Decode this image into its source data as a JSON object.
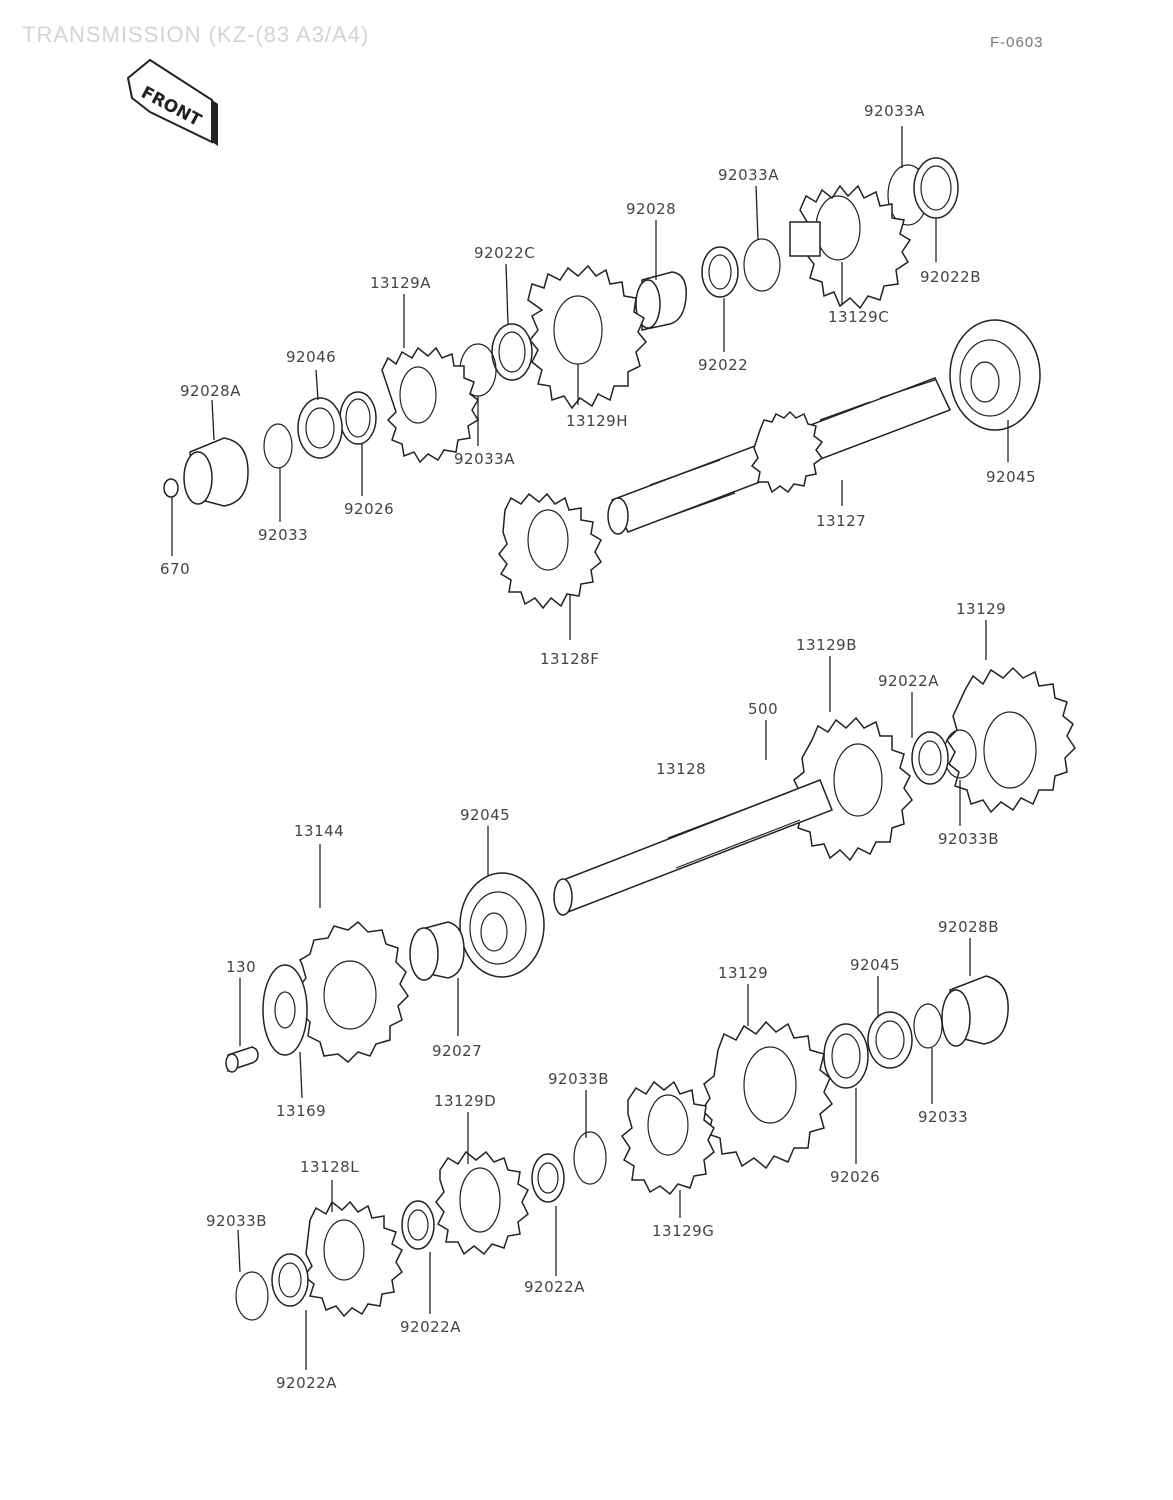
{
  "title": "TRANSMISSION (KZ-(83 A3/A4)",
  "figure_id": "F-0603",
  "front_tag": "FRONT",
  "parts": {
    "p92033A_top": "92033A",
    "p92033A_mid": "92033A",
    "p92022B": "92022B",
    "p13129C": "13129C",
    "p92028": "92028",
    "p92022": "92022",
    "p92022C": "92022C",
    "p13129H": "13129H",
    "p13129A": "13129A",
    "p92033A_low": "92033A",
    "p92046": "92046",
    "p92028A": "92028A",
    "p92026_top": "92026",
    "p92033_top": "92033",
    "p670": "670",
    "p92045_top": "92045",
    "p13127": "13127",
    "p13128F": "13128F",
    "p13129_right": "13129",
    "p13129B": "13129B",
    "p92022A_top": "92022A",
    "p500": "500",
    "p92033B_top": "92033B",
    "p13128": "13128",
    "p92045_mid": "92045",
    "p13144": "13144",
    "p130": "130",
    "p13169": "13169",
    "p92027": "92027",
    "p92028B": "92028B",
    "p92045_low": "92045",
    "p13129_low": "13129",
    "p92033_low": "92033",
    "p92026_low": "92026",
    "p92033B_mid": "92033B",
    "p13129D": "13129D",
    "p13129G": "13129G",
    "p92022A_mid": "92022A",
    "p13128L": "13128L",
    "p92033B_low": "92033B",
    "p92022A_left": "92022A",
    "p92022A_bottom": "92022A"
  }
}
